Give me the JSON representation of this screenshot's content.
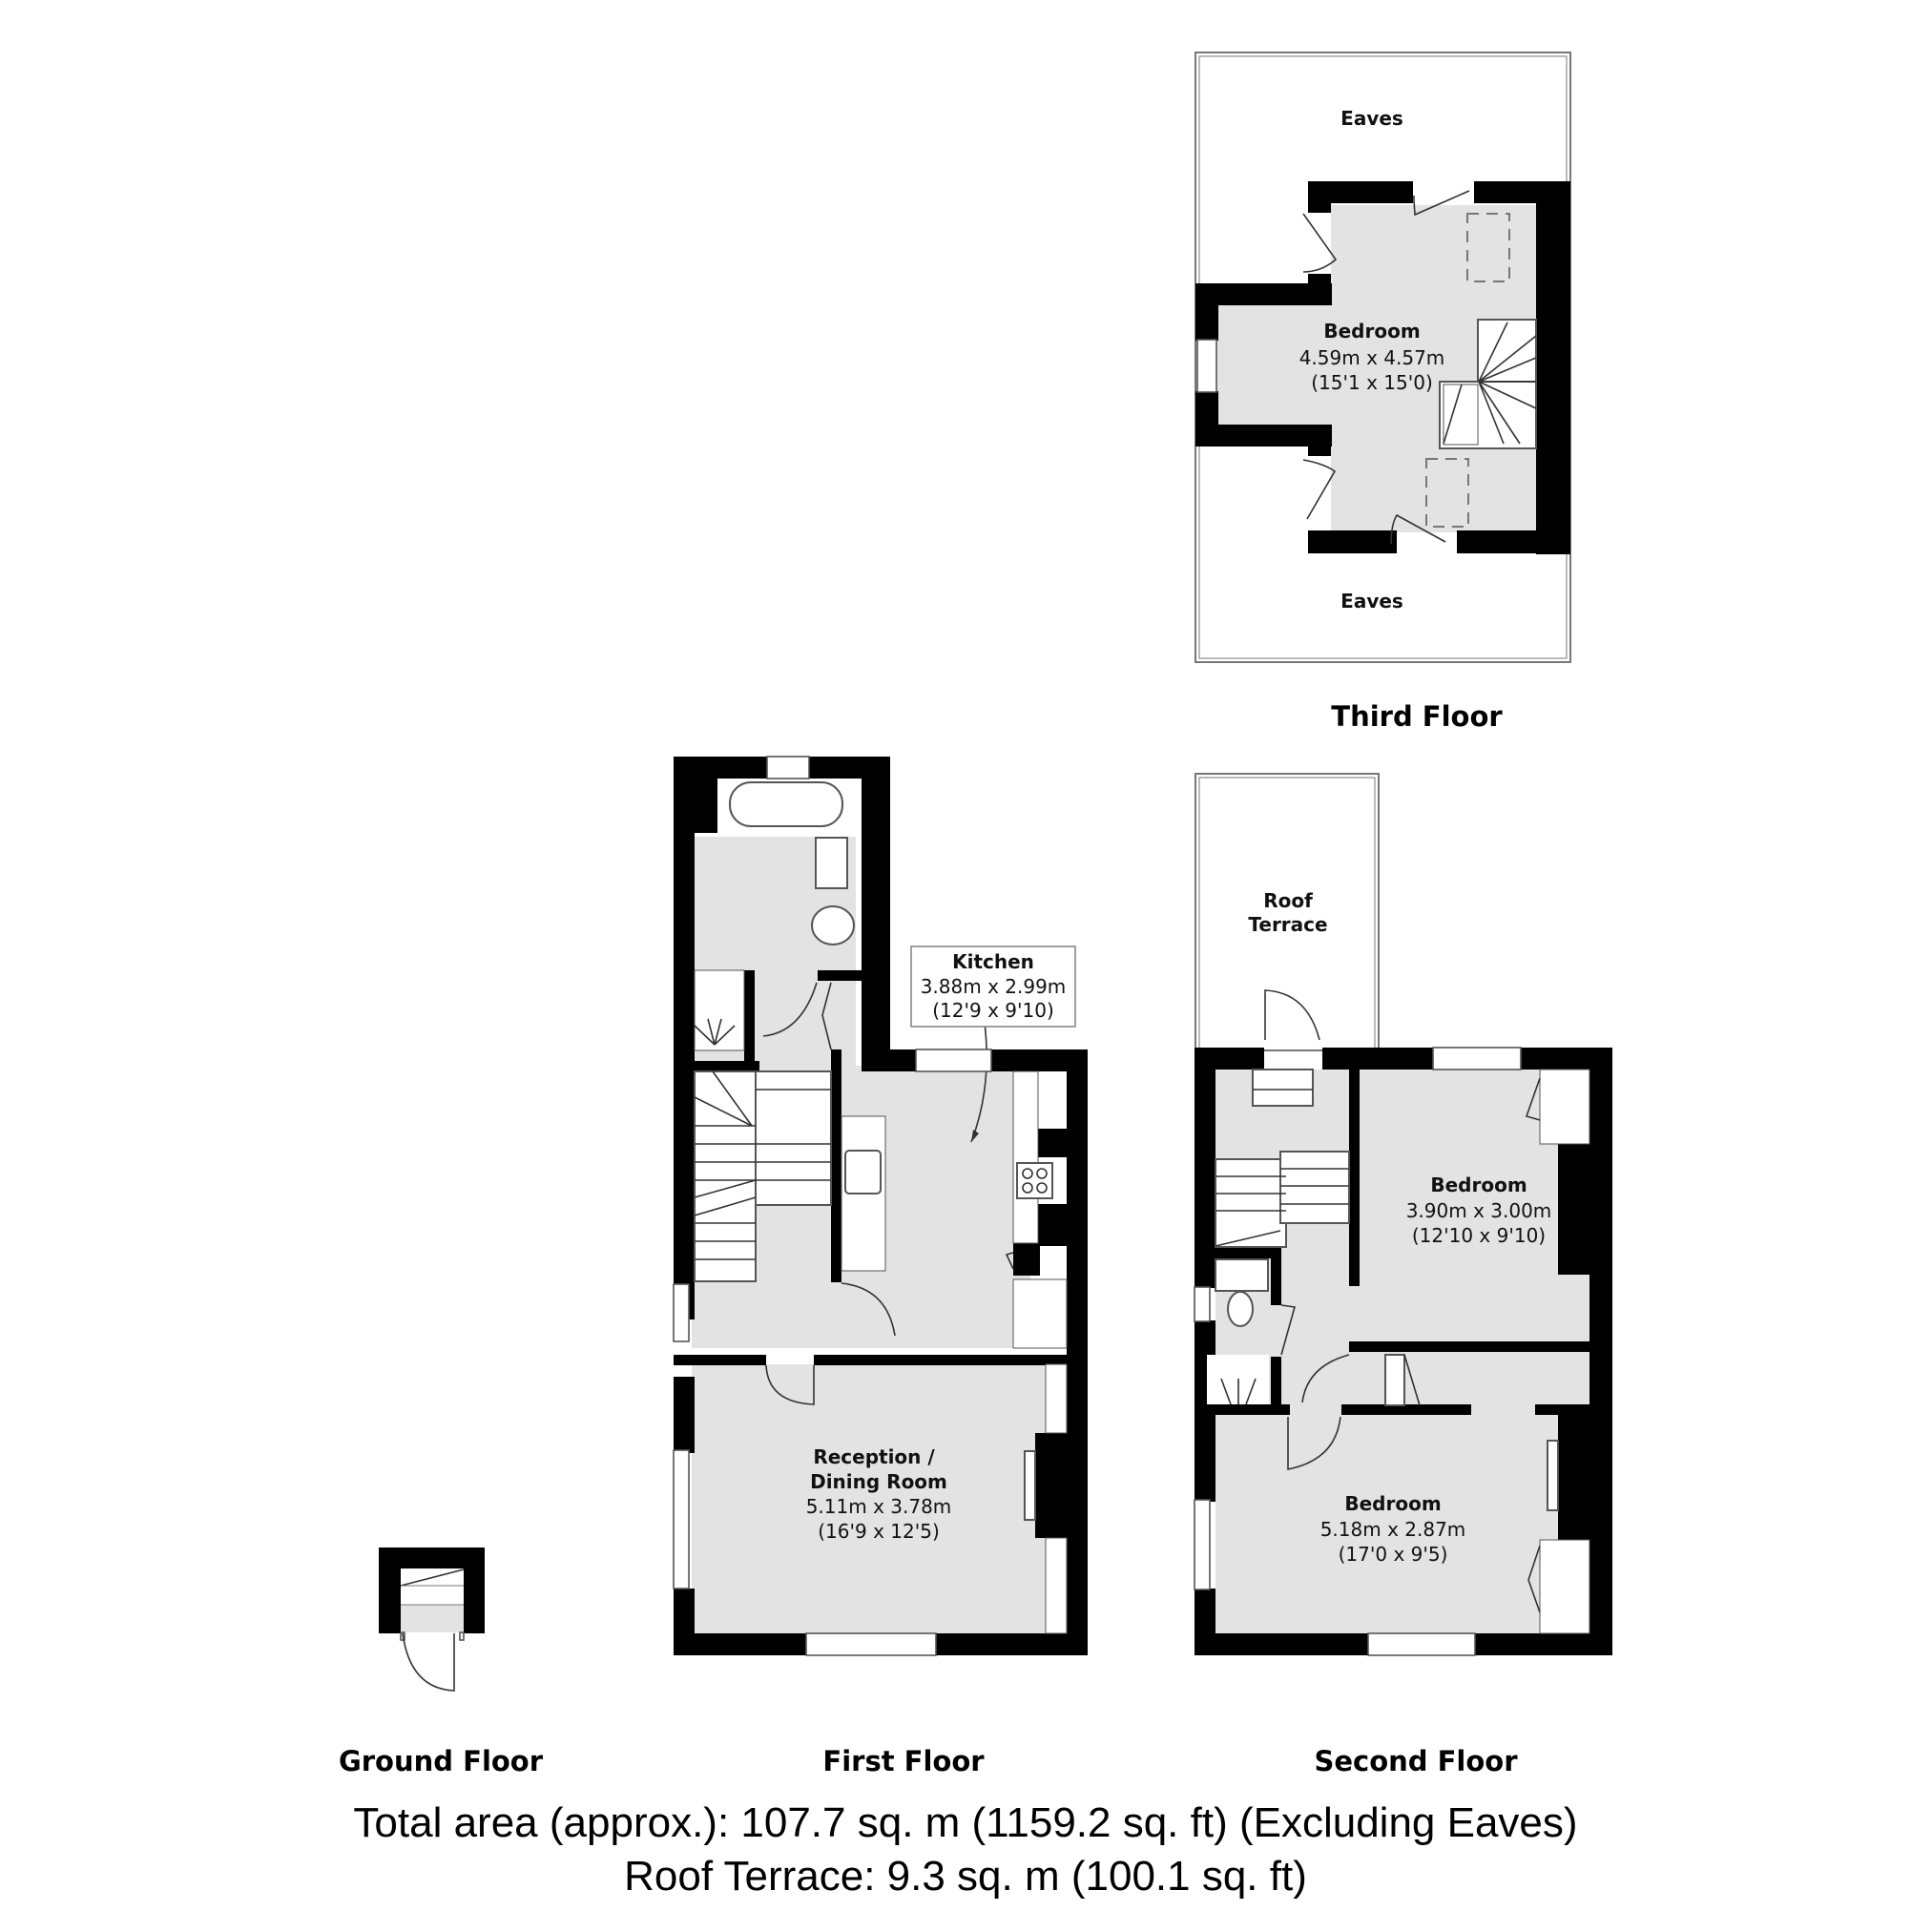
{
  "floors": {
    "ground": {
      "label": "Ground Floor"
    },
    "first": {
      "label": "First Floor",
      "rooms": {
        "kitchen": {
          "name": "Kitchen",
          "metric": "3.88m x 2.99m",
          "imperial": "(12'9 x 9'10)"
        },
        "reception": {
          "name_line1": "Reception /",
          "name_line2": "Dining Room",
          "metric": "5.11m x 3.78m",
          "imperial": "(16'9 x 12'5)"
        }
      }
    },
    "second": {
      "label": "Second Floor",
      "rooms": {
        "roof_terrace": {
          "name_line1": "Roof",
          "name_line2": "Terrace"
        },
        "bedroom_rear": {
          "name": "Bedroom",
          "metric": "3.90m x 3.00m",
          "imperial": "(12'10 x 9'10)"
        },
        "bedroom_front": {
          "name": "Bedroom",
          "metric": "5.18m x 2.87m",
          "imperial": "(17'0 x 9'5)"
        }
      }
    },
    "third": {
      "label": "Third Floor",
      "rooms": {
        "eaves_top": {
          "name": "Eaves"
        },
        "eaves_bottom": {
          "name": "Eaves"
        },
        "bedroom": {
          "name": "Bedroom",
          "metric": "4.59m x 4.57m",
          "imperial": "(15'1 x 15'0)"
        }
      }
    }
  },
  "totals": {
    "total_area": "Total area (approx.): 107.7 sq. m (1159.2 sq. ft) (Excluding Eaves)",
    "roof_terrace_area": "Roof Terrace: 9.3 sq. m (100.1 sq. ft)"
  },
  "colors": {
    "wall": "#000000",
    "floor_fill": "#e3e3e3",
    "background": "#ffffff"
  }
}
